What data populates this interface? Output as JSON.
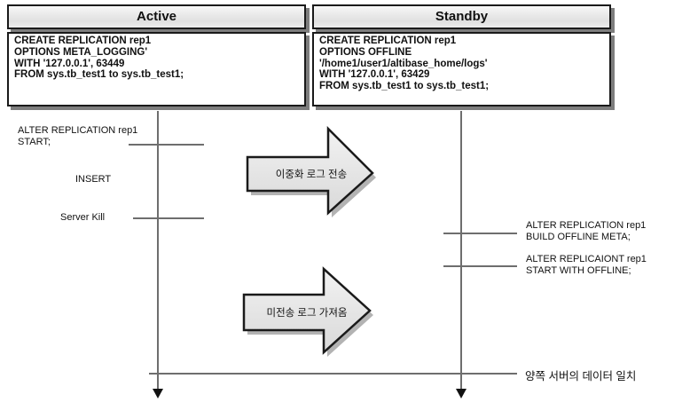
{
  "servers": {
    "active": {
      "title": "Active",
      "code": "CREATE REPLICATION rep1\nOPTIONS META_LOGGING'\nWITH '127.0.0.1', 63449\nFROM sys.tb_test1 to sys.tb_test1;"
    },
    "standby": {
      "title": "Standby",
      "code": "CREATE REPLICATION rep1\nOPTIONS OFFLINE\n'/home1/user1/altibase_home/logs'\nWITH '127.0.0.1', 63429\nFROM sys.tb_test1 to sys.tb_test1;"
    }
  },
  "timeline": {
    "left_events": [
      {
        "label": "ALTER REPLICATION rep1\nSTART;"
      },
      {
        "label": "INSERT"
      },
      {
        "label": "Server Kill"
      }
    ],
    "right_events": [
      {
        "label": "ALTER REPLICATION rep1\nBUILD OFFLINE META;"
      },
      {
        "label": "ALTER REPLICAIONT rep1\nSTART WITH OFFLINE;"
      }
    ],
    "bottom_label": "양쪽 서버의 데이터 일치"
  },
  "arrows": [
    {
      "label": "이중화 로그 전송"
    },
    {
      "label": "미전송 로그 가져옴"
    }
  ],
  "colors": {
    "box_border": "#1a1a1a",
    "box_shadow": "#7d7d7d",
    "header_fill_top": "#f7f7f7",
    "header_fill_bottom": "#e0e0e0",
    "timeline_line": "#6e6e6e",
    "arrow_fill_top": "#f2f2f2",
    "arrow_fill_bottom": "#d9d9d9",
    "text": "#111111"
  }
}
